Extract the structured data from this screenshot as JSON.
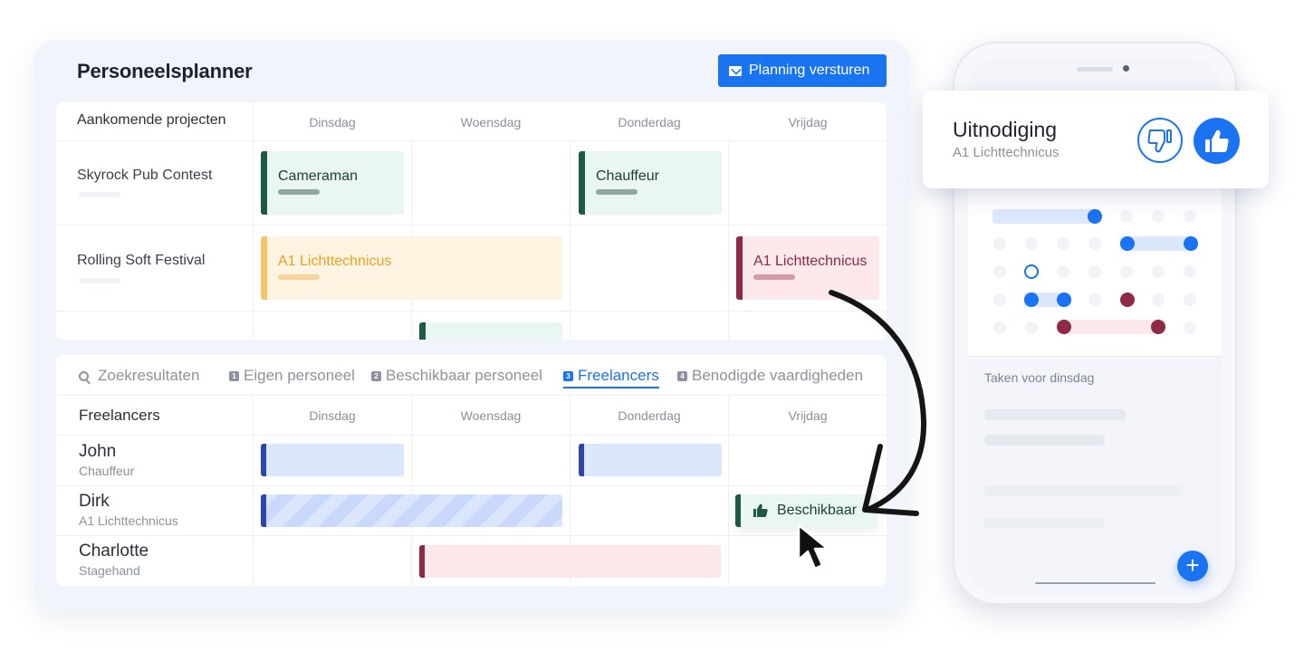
{
  "app": {
    "title": "Personeelsplanner",
    "send_button": "Planning versturen"
  },
  "projects": {
    "header": "Aankomende projecten",
    "days": [
      "Dinsdag",
      "Woensdag",
      "Donderdag",
      "Vrijdag"
    ],
    "rows": [
      {
        "name": "Skyrock Pub Contest",
        "tasks": [
          {
            "label": "Cameraman",
            "day": "Dinsdag",
            "color": "green"
          },
          {
            "label": "Chauffeur",
            "day": "Donderdag",
            "color": "green"
          }
        ]
      },
      {
        "name": "Rolling Soft Festival",
        "tasks": [
          {
            "label": "A1 Lichttechnicus",
            "day": "Dinsdag-Woensdag",
            "color": "orange"
          },
          {
            "label": "A1 Lichttechnicus",
            "day": "Vrijdag",
            "color": "pink"
          }
        ]
      }
    ]
  },
  "tabs": [
    {
      "label": "Zoekresultaten",
      "num": "",
      "active": false
    },
    {
      "label": "Eigen personeel",
      "num": "1",
      "active": false
    },
    {
      "label": "Beschikbaar personeel",
      "num": "2",
      "active": false
    },
    {
      "label": "Freelancers",
      "num": "3",
      "active": true
    },
    {
      "label": "Benodigde vaardigheden",
      "num": "4",
      "active": false
    }
  ],
  "freelancers": {
    "header": "Freelancers",
    "days": [
      "Dinsdag",
      "Woensdag",
      "Donderdag",
      "Vrijdag"
    ],
    "people": [
      {
        "name": "John",
        "role": "Chauffeur"
      },
      {
        "name": "Dirk",
        "role": "A1 Lichttechnicus"
      },
      {
        "name": "Charlotte",
        "role": "Stagehand"
      }
    ],
    "available_label": "Beschikbaar"
  },
  "invite": {
    "title": "Uitnodiging",
    "subtitle": "A1 Lichttechnicus"
  },
  "phone": {
    "tasks_label": "Taken voor dinsdag",
    "fab": "+"
  },
  "colors": {
    "accent": "#1a73f0",
    "green": "#1d5a45",
    "orange": "#f5c46b",
    "maroon": "#8e2a45",
    "navy": "#2f45a8"
  }
}
